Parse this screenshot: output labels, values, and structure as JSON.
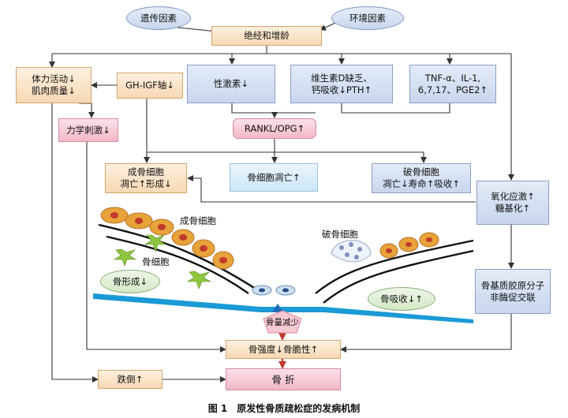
{
  "top": {
    "genetic": "遗传因素",
    "environment": "环境因素",
    "menopause": "绝经和增龄"
  },
  "left": {
    "activity": "体力活动↓\n肌肉质量↓",
    "gh_igf": "GH-IGF轴↓",
    "mechanical": "力学刺激↓"
  },
  "middle": {
    "sex_hormone": "性激素↓",
    "vitd": "维生素D缺乏、\n钙吸收↓PTH↑",
    "tnf": "TNF-α、IL-1,\n6,7,17、PGE2↑",
    "rankl": "RANKL/OPG↑"
  },
  "cells": {
    "osteoblast_box": "成骨细胞\n凋亡↑形成↓",
    "osteocyte_box": "骨细胞凋亡↑",
    "osteoclast_box": "破骨细胞\n凋亡↓寿命↑吸收↑"
  },
  "right": {
    "oxidative": "氧化应激↑\n糖基化↑",
    "collagen": "骨基质胶原分子\n非酶促交联"
  },
  "illustration": {
    "osteoblast_label": "成骨细胞",
    "osteocyte_label": "骨细胞",
    "osteoclast_label": "破骨细胞",
    "formation": "骨形成↓",
    "resorption": "骨吸收↓↑",
    "bone_loss": "骨量减少"
  },
  "bottom": {
    "strength": "骨强度↓骨脆性↑",
    "fall": "跌倒↑",
    "fracture": "骨 折"
  },
  "caption": "图 1　原发性骨质疏松症的发病机制",
  "colors": {
    "arrow": "#333333",
    "fracture_arrow": "#c0392b",
    "bone_plate": "#1a9ad6",
    "cell": "#e8a23a",
    "nucleus": "#c0392b",
    "osteocyte": "#8ec63f"
  }
}
